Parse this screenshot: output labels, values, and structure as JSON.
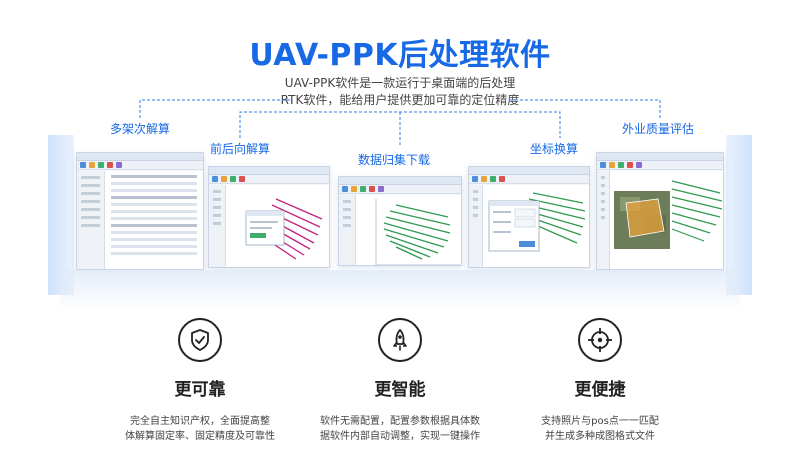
{
  "header": {
    "title": "UAV-PPK后处理软件",
    "subtitle_line1": "UAV-PPK软件是一款运行于桌面端的后处理",
    "subtitle_line2": "RTK软件，能给用户提供更加可靠的定位精度"
  },
  "callouts": {
    "multi_solve": "多架次解算",
    "forward_backward": "前后向解算",
    "data_download": "数据归集下载",
    "coordinate_convert": "坐标换算",
    "quality_eval": "外业质量评估"
  },
  "colors": {
    "accent": "#1769e6",
    "track_green": "#2f9a52",
    "track_magenta": "#c0237a"
  },
  "features": [
    {
      "icon": "shield-check-icon",
      "title": "更可靠",
      "desc_line1": "完全自主知识产权，全面提高整",
      "desc_line2": "体解算固定率、固定精度及可靠性"
    },
    {
      "icon": "rocket-icon",
      "title": "更智能",
      "desc_line1": "软件无需配置，配置参数根据具体数",
      "desc_line2": "据软件内部自动调整，实现一键操作"
    },
    {
      "icon": "crosshair-icon",
      "title": "更便捷",
      "desc_line1": "支持照片与pos点一一匹配",
      "desc_line2": "并生成多种成图格式文件"
    }
  ]
}
